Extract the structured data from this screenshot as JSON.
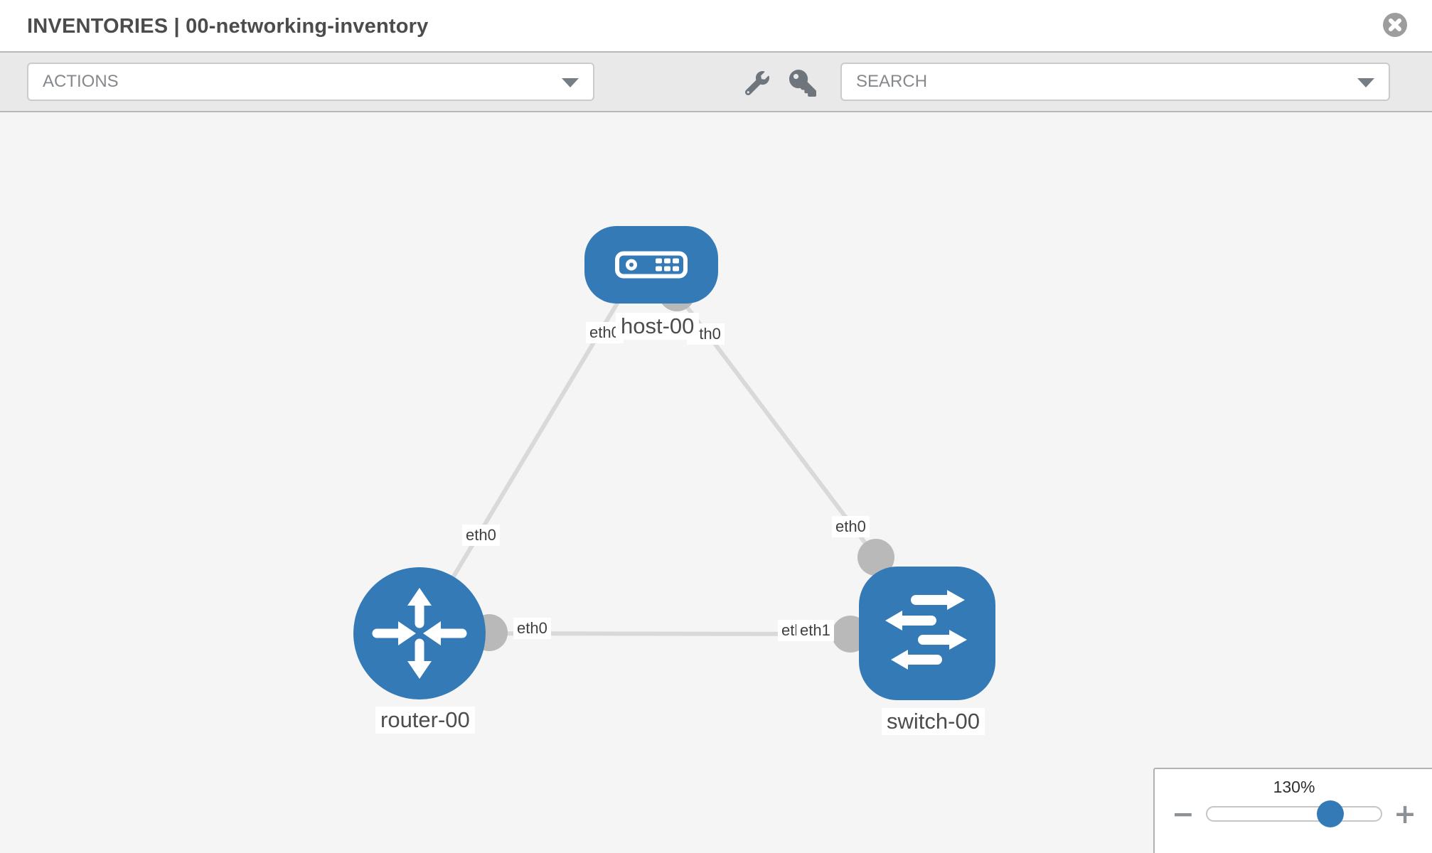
{
  "header": {
    "title": "INVENTORIES | 00-networking-inventory"
  },
  "toolbar": {
    "actions_label": "ACTIONS",
    "search_label": "SEARCH",
    "icons": [
      "wrench-icon",
      "key-icon"
    ]
  },
  "diagram": {
    "nodes": [
      {
        "id": "host-00",
        "label": "host-00",
        "type": "host"
      },
      {
        "id": "router-00",
        "label": "router-00",
        "type": "router"
      },
      {
        "id": "switch-00",
        "label": "switch-00",
        "type": "switch"
      }
    ],
    "links": [
      {
        "from": "router-00",
        "to": "host-00",
        "from_label": "eth0",
        "to_label": "eth0"
      },
      {
        "from": "host-00",
        "to": "switch-00",
        "from_label": "eth0",
        "to_label": "eth0"
      },
      {
        "from": "router-00",
        "to": "switch-00",
        "from_label": "eth0",
        "to_label": "eth1",
        "to_label_hidden": "eth0"
      }
    ]
  },
  "zoom_control": {
    "value": "130%",
    "minus_label": "−",
    "plus_label": "+"
  },
  "colors": {
    "node_blue": "#337ab7",
    "link_gray": "#d9d9d9",
    "connector_gray": "#b9b9b9",
    "canvas_bg": "#f5f5f5",
    "toolbar_bg": "#e9e9e9"
  }
}
